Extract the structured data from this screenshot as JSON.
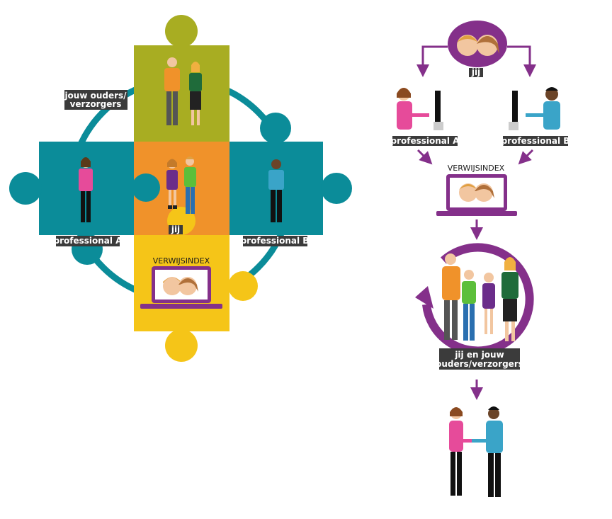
{
  "colors": {
    "olive": "#a8ad22",
    "orange": "#f0922a",
    "teal": "#0b8c99",
    "yellow": "#f5c518",
    "purple": "#84308a",
    "label_bg": "#3b3b3b"
  },
  "puzzle": {
    "label_parents_line1": "jouw ouders/",
    "label_parents_line2": "verzorgers",
    "label_prof_a": "professional A",
    "label_prof_b": "professional B",
    "label_jij": "jij",
    "label_index": "VERWIJSINDEX"
  },
  "flow": {
    "label_jij": "jij",
    "label_prof_a": "professional A",
    "label_prof_b": "professional B",
    "label_index": "VERWIJSINDEX",
    "label_family_line1": "jij en jouw",
    "label_family_line2": "ouders/verzorgers"
  }
}
